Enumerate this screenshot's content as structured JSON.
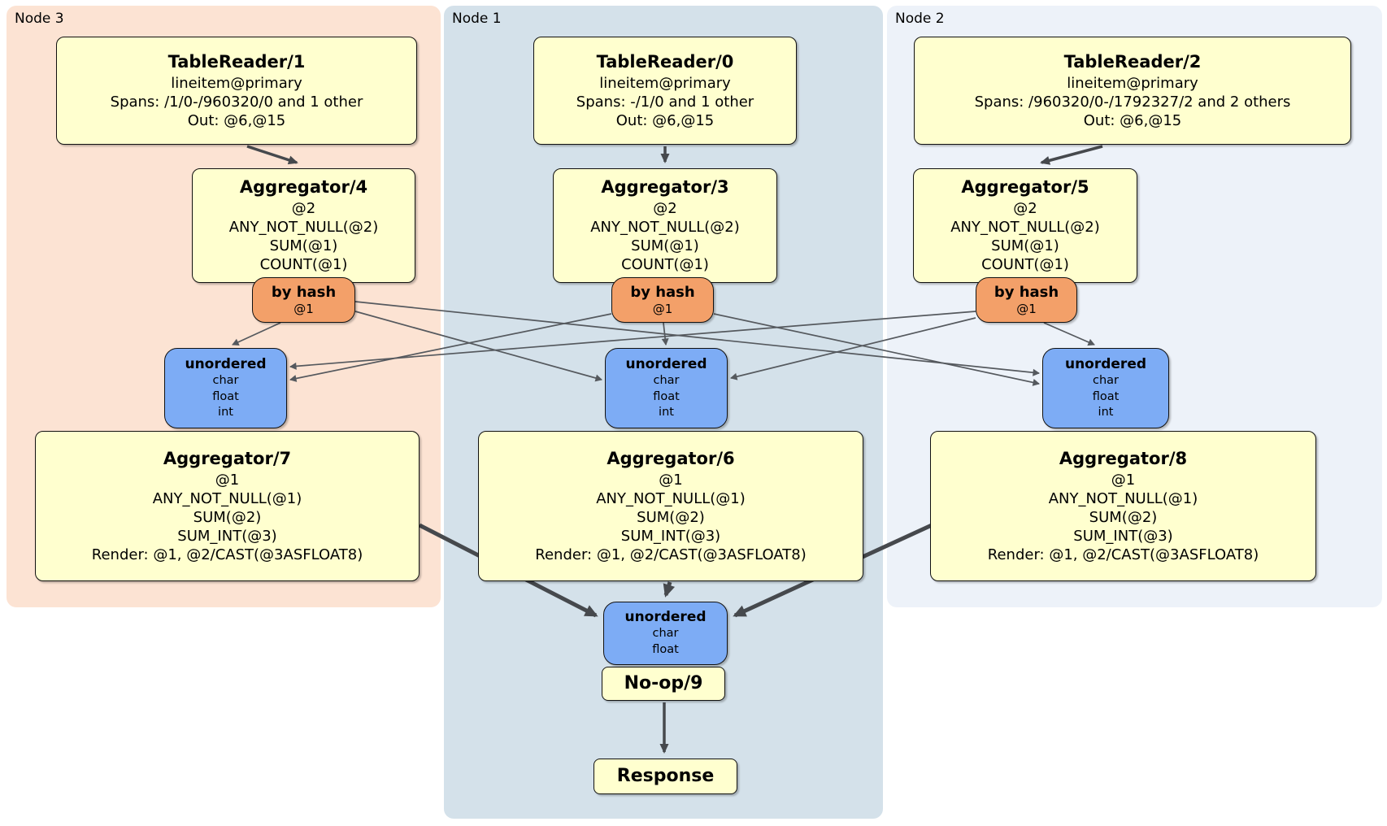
{
  "colors": {
    "node3_bg": "#fce3d3",
    "node1_bg": "#d4e1ea",
    "node2_bg": "#edf2f9",
    "box_yellow": "#ffffcf",
    "router_orange": "#f3a069",
    "sync_blue": "#7dacf5",
    "edge_thin": "#55595e",
    "edge_thick": "#46494d"
  },
  "nodes": [
    {
      "label": "Node 3",
      "tablereader": {
        "title": "TableReader/1",
        "lines": [
          "lineitem@primary",
          "Spans: /1/0-/960320/0 and 1 other",
          "Out: @6,@15"
        ]
      },
      "aggregator_top": {
        "title": "Aggregator/4",
        "lines": [
          "@2",
          "ANY_NOT_NULL(@2)",
          "SUM(@1)",
          "COUNT(@1)"
        ]
      },
      "router": {
        "title": "by hash",
        "lines": [
          "@1"
        ]
      },
      "sync": {
        "title": "unordered",
        "lines": [
          "char",
          "float",
          "int"
        ]
      },
      "aggregator_bottom": {
        "title": "Aggregator/7",
        "lines": [
          "@1",
          "ANY_NOT_NULL(@1)",
          "SUM(@2)",
          "SUM_INT(@3)",
          "Render: @1, @2/CAST(@3ASFLOAT8)"
        ]
      }
    },
    {
      "label": "Node 1",
      "tablereader": {
        "title": "TableReader/0",
        "lines": [
          "lineitem@primary",
          "Spans: -/1/0 and 1 other",
          "Out: @6,@15"
        ]
      },
      "aggregator_top": {
        "title": "Aggregator/3",
        "lines": [
          "@2",
          "ANY_NOT_NULL(@2)",
          "SUM(@1)",
          "COUNT(@1)"
        ]
      },
      "router": {
        "title": "by hash",
        "lines": [
          "@1"
        ]
      },
      "sync": {
        "title": "unordered",
        "lines": [
          "char",
          "float",
          "int"
        ]
      },
      "aggregator_bottom": {
        "title": "Aggregator/6",
        "lines": [
          "@1",
          "ANY_NOT_NULL(@1)",
          "SUM(@2)",
          "SUM_INT(@3)",
          "Render: @1, @2/CAST(@3ASFLOAT8)"
        ]
      }
    },
    {
      "label": "Node 2",
      "tablereader": {
        "title": "TableReader/2",
        "lines": [
          "lineitem@primary",
          "Spans: /960320/0-/1792327/2 and 2 others",
          "Out: @6,@15"
        ]
      },
      "aggregator_top": {
        "title": "Aggregator/5",
        "lines": [
          "@2",
          "ANY_NOT_NULL(@2)",
          "SUM(@1)",
          "COUNT(@1)"
        ]
      },
      "router": {
        "title": "by hash",
        "lines": [
          "@1"
        ]
      },
      "sync": {
        "title": "unordered",
        "lines": [
          "char",
          "float",
          "int"
        ]
      },
      "aggregator_bottom": {
        "title": "Aggregator/8",
        "lines": [
          "@1",
          "ANY_NOT_NULL(@1)",
          "SUM(@2)",
          "SUM_INT(@3)",
          "Render: @1, @2/CAST(@3ASFLOAT8)"
        ]
      }
    }
  ],
  "final": {
    "sync": {
      "title": "unordered",
      "lines": [
        "char",
        "float"
      ]
    },
    "noop": {
      "title": "No-op/9"
    },
    "response": {
      "title": "Response"
    }
  }
}
